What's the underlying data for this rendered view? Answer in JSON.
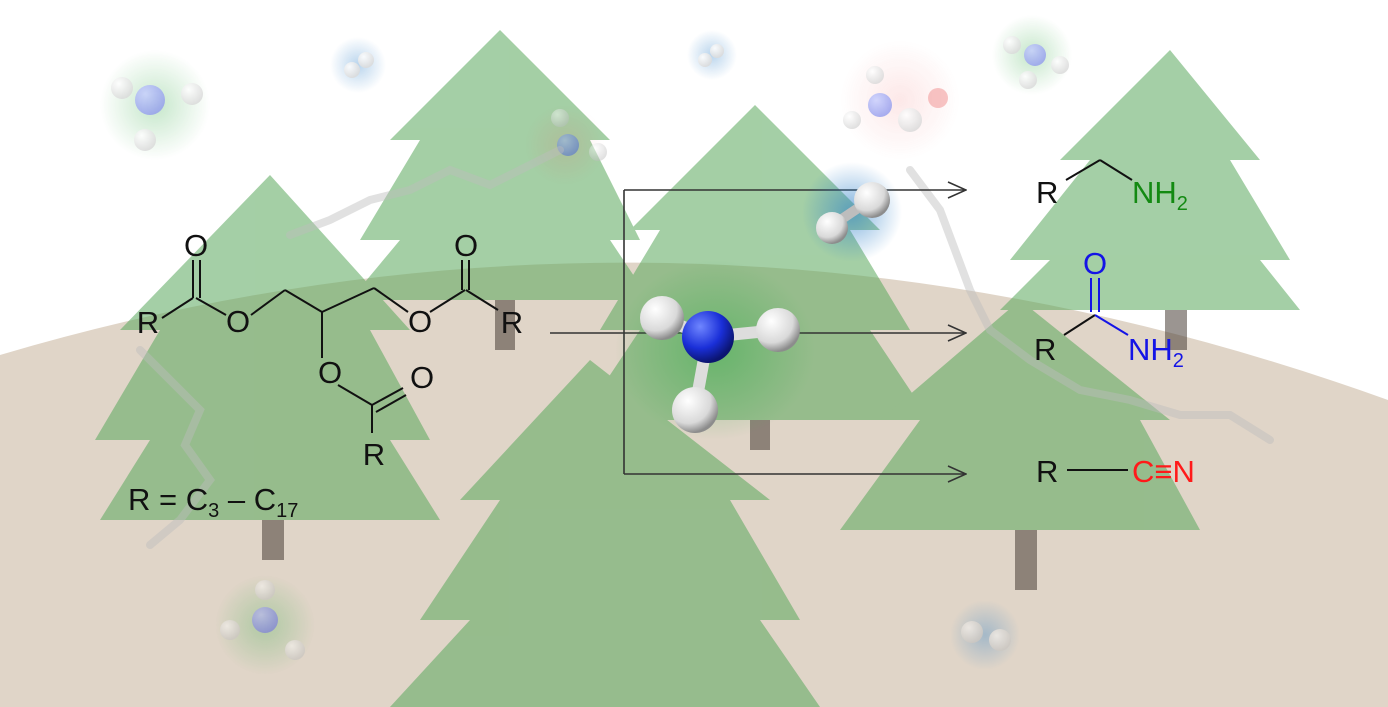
{
  "triglyceride": {
    "carbonyl_o": "O",
    "ester_o": "O",
    "r_group": "R",
    "r_definition": {
      "prefix": "R = C",
      "sub1": "3",
      "mid": " – C",
      "sub2": "17"
    }
  },
  "reactants": {
    "ammonia": {
      "color": "#1a2fd8",
      "glow": "#3fae4f"
    },
    "hydrogen": {
      "color": "#f2f2f2",
      "glow": "#2c7fc8"
    }
  },
  "products": {
    "amine": {
      "r": "R",
      "group": "NH",
      "sub": "2",
      "color": "#138a12"
    },
    "amide": {
      "r": "R",
      "o": "O",
      "group": "NH",
      "sub": "2",
      "color": "#1414e6"
    },
    "nitrile": {
      "r": "R",
      "group": "C≡N",
      "color": "#ff1a1a"
    }
  },
  "colors": {
    "ground": "#c7b29a",
    "tree_green": "#5aa85c",
    "trunk": "#4a4038"
  }
}
